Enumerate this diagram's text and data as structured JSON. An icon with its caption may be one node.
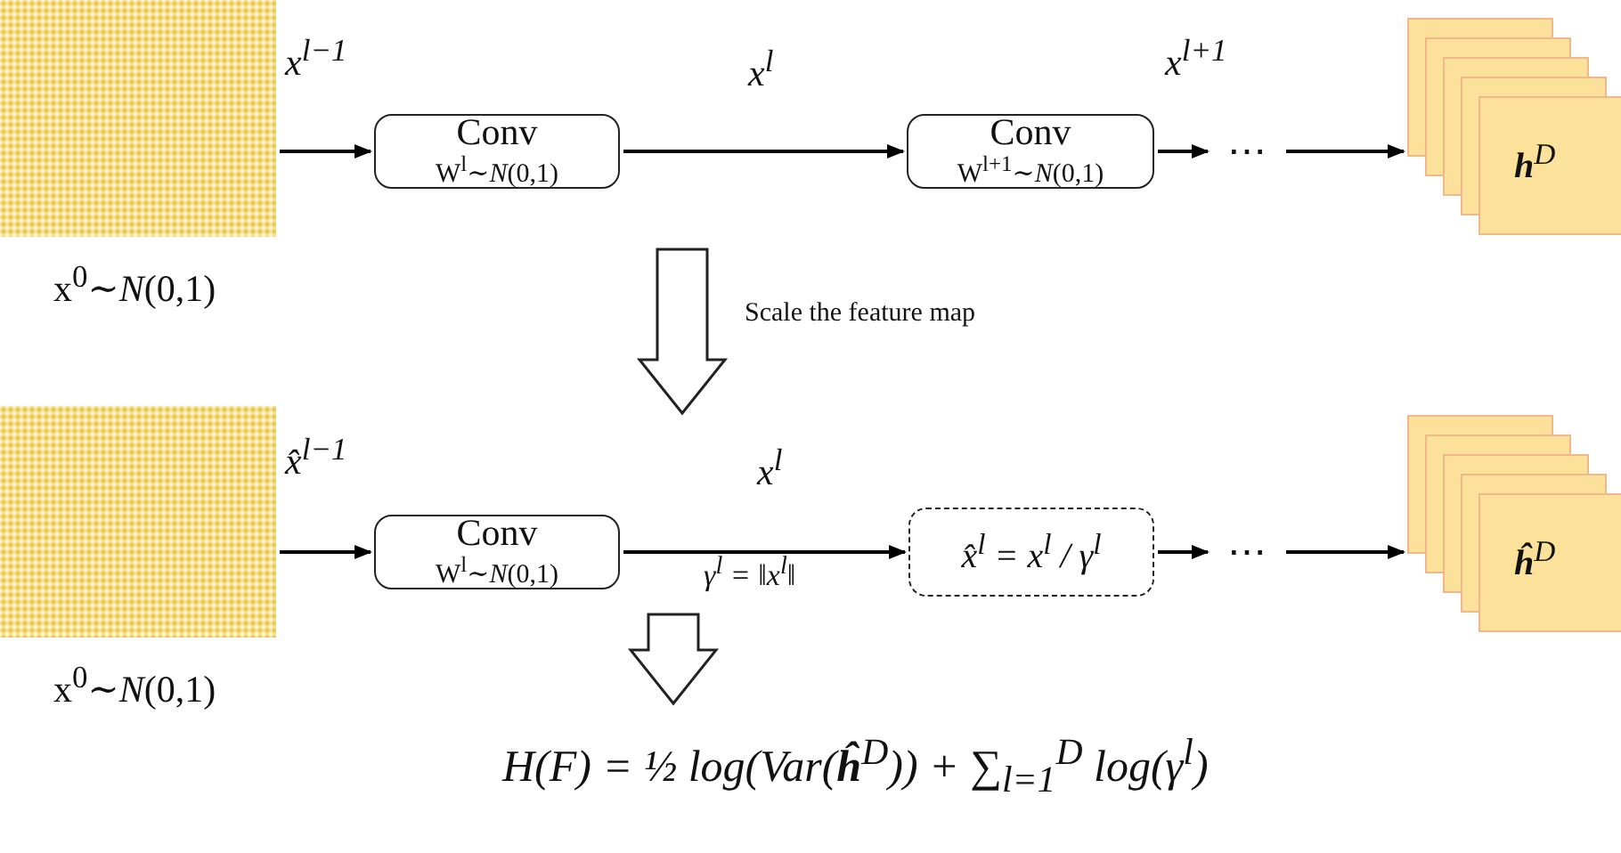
{
  "diagram": {
    "nodes": [
      {
        "text": [],
        "shape": "box",
        "beside": [
          "x$^{0}$∼*N*(0,1)"
        ]
      },
      {
        "text": [
          "Conv",
          "W$^{l}$∼*N*(0,1)"
        ]
      },
      {
        "text": [
          "Conv",
          "W$^{l+1}$∼*N*(0,1)"
        ]
      },
      {
        "text": [
          "⋯"
        ]
      },
      {
        "text": [
          "**h**$^{D}$"
        ]
      },
      {
        "text": [],
        "shape": "box",
        "beside": [
          "x$^{0}$∼*N*(0,1)"
        ]
      },
      {
        "text": [
          "Conv",
          "W$^{l}$∼*N*(0,1)"
        ]
      },
      {
        "text": [
          "x̂$^{l}$ = x$^{l}$ / γ$^{l}$"
        ]
      },
      {
        "text": [
          "⋯"
        ]
      },
      {
        "text": [
          "**ĥ**$^{D}$"
        ]
      }
    ],
    "edges": [
      {
        "from": 0,
        "to": 1,
        "arrow": "to",
        "label": "x$^{l−1}$"
      },
      {
        "from": 1,
        "to": 2,
        "arrow": "to",
        "label": "x$^{l}$"
      },
      {
        "from": 2,
        "to": 3,
        "arrow": "to",
        "label": "x$^{l+1}$"
      },
      {
        "from": 3,
        "to": 4,
        "arrow": "to"
      },
      {
        "from": 5,
        "to": 6,
        "arrow": "to",
        "label": "x̂$^{l−1}$"
      },
      {
        "from": 6,
        "to": 7,
        "arrow": "to",
        "label": "x$^{l}$"
      },
      {
        "from": 7,
        "to": 8,
        "arrow": "to"
      },
      {
        "from": 8,
        "to": 9,
        "arrow": "to"
      }
    ],
    "labels": [
      "Scale the feature map",
      "γ$^{l}$ = ‖x$^{l}$‖",
      "H(F) = ½ log(Var(**ĥ**$^{D}$)) + ∑$_{l=1}$$^{D}$ log(γ$^{l}$)"
    ]
  }
}
